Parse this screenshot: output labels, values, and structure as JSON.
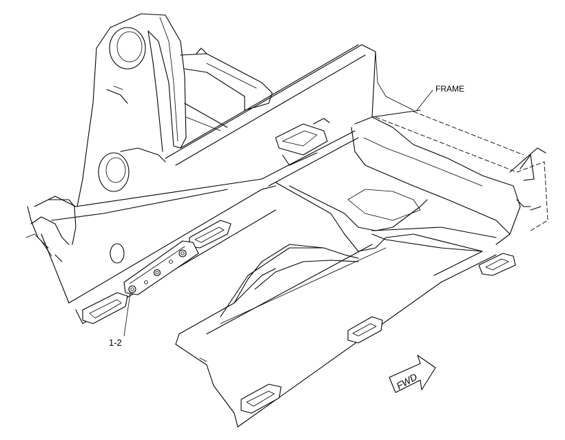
{
  "labels": {
    "frame": "FRAME",
    "part": "1-2",
    "direction": "FWD"
  },
  "colors": {
    "line": "#000000",
    "background": "#ffffff"
  }
}
